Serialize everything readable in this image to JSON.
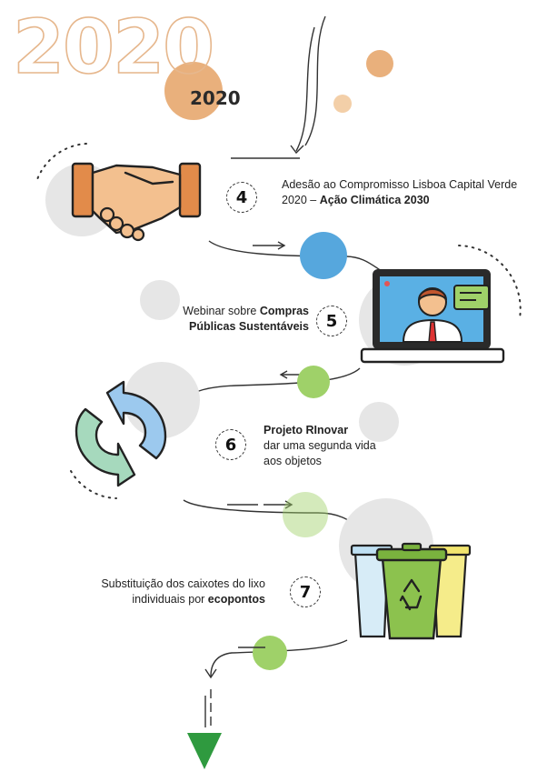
{
  "header": {
    "year_outline": "2020",
    "year_badge": "2020"
  },
  "steps": [
    {
      "number": "4",
      "text_plain": "Adesão ao Compromisso Lisboa Capital Verde 2020 – ",
      "text_bold": "Ação Climática 2030",
      "icon": "handshake-icon"
    },
    {
      "number": "5",
      "text_plain": "Webinar sobre ",
      "text_bold": "Compras Públicas Sustentáveis",
      "icon": "laptop-video-call-icon"
    },
    {
      "number": "6",
      "text_bold": "Projeto RInovar",
      "text_plain": "dar uma segunda vida aos objetos",
      "icon": "circular-arrows-icon"
    },
    {
      "number": "7",
      "text_plain": "Substituição dos caixotes do lixo individuais por ",
      "text_bold": "ecopontos",
      "icon": "recycling-bins-icon"
    }
  ],
  "colors": {
    "orange": "#e9b07c",
    "blue": "#56a7dd",
    "green": "#9fd169",
    "light_gray": "#e6e6e6",
    "arrow_green": "#2f9a3f"
  }
}
